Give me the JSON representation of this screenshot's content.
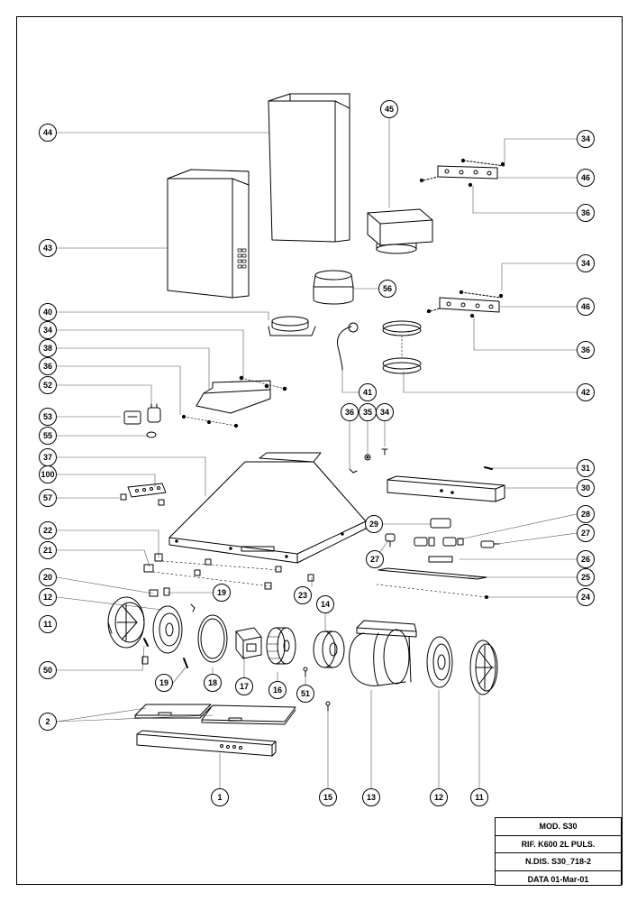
{
  "callouts": [
    {
      "label": "44"
    },
    {
      "label": "43"
    },
    {
      "label": "45"
    },
    {
      "label": "34"
    },
    {
      "label": "46"
    },
    {
      "label": "36"
    },
    {
      "label": "56"
    },
    {
      "label": "34"
    },
    {
      "label": "46"
    },
    {
      "label": "36"
    },
    {
      "label": "40"
    },
    {
      "label": "34"
    },
    {
      "label": "38"
    },
    {
      "label": "36"
    },
    {
      "label": "52"
    },
    {
      "label": "53"
    },
    {
      "label": "55"
    },
    {
      "label": "41"
    },
    {
      "label": "42"
    },
    {
      "label": "36"
    },
    {
      "label": "35"
    },
    {
      "label": "34"
    },
    {
      "label": "37"
    },
    {
      "label": "100"
    },
    {
      "label": "57"
    },
    {
      "label": "31"
    },
    {
      "label": "30"
    },
    {
      "label": "22"
    },
    {
      "label": "21"
    },
    {
      "label": "29"
    },
    {
      "label": "28"
    },
    {
      "label": "27"
    },
    {
      "label": "27"
    },
    {
      "label": "26"
    },
    {
      "label": "25"
    },
    {
      "label": "20"
    },
    {
      "label": "12"
    },
    {
      "label": "19"
    },
    {
      "label": "23"
    },
    {
      "label": "14"
    },
    {
      "label": "24"
    },
    {
      "label": "11"
    },
    {
      "label": "50"
    },
    {
      "label": "19"
    },
    {
      "label": "18"
    },
    {
      "label": "17"
    },
    {
      "label": "16"
    },
    {
      "label": "51"
    },
    {
      "label": "13"
    },
    {
      "label": "12"
    },
    {
      "label": "11"
    },
    {
      "label": "2"
    },
    {
      "label": "1"
    },
    {
      "label": "15"
    }
  ],
  "title_block": {
    "model": "MOD. S30",
    "reference": "RIF. K600 2L PULS.",
    "drawing_no": "N.DIS. S30_718-2",
    "date": "DATA 01-Mar-01"
  }
}
